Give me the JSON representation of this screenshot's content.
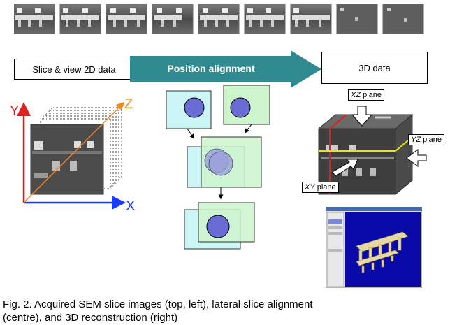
{
  "flow": {
    "left_box": "Slice & view 2D data",
    "middle_arrow": "Position alignment",
    "right_box": "3D data"
  },
  "axes": {
    "y": "Y",
    "z": "Z",
    "x": "X"
  },
  "planes": {
    "xz_italic": "XZ",
    "xz_rest": " plane",
    "yz_italic": "YZ",
    "yz_rest": " plane",
    "xy_italic": "XY",
    "xy_rest": " plane"
  },
  "caption": "Fig. 2. Acquired SEM slice images (top, left), lateral slice alignment (centre), and 3D reconstruction (right)",
  "colors": {
    "arrow_teal": "#2f8b8f",
    "axis_red": "#e02020",
    "axis_blue": "#1a3cff",
    "axis_orange": "#f08a1a",
    "square_cyan": "#ccf6f6",
    "square_green": "#ccf5cc",
    "circle_fill": "#6b6bd6",
    "yz_line": "#e8e800"
  }
}
